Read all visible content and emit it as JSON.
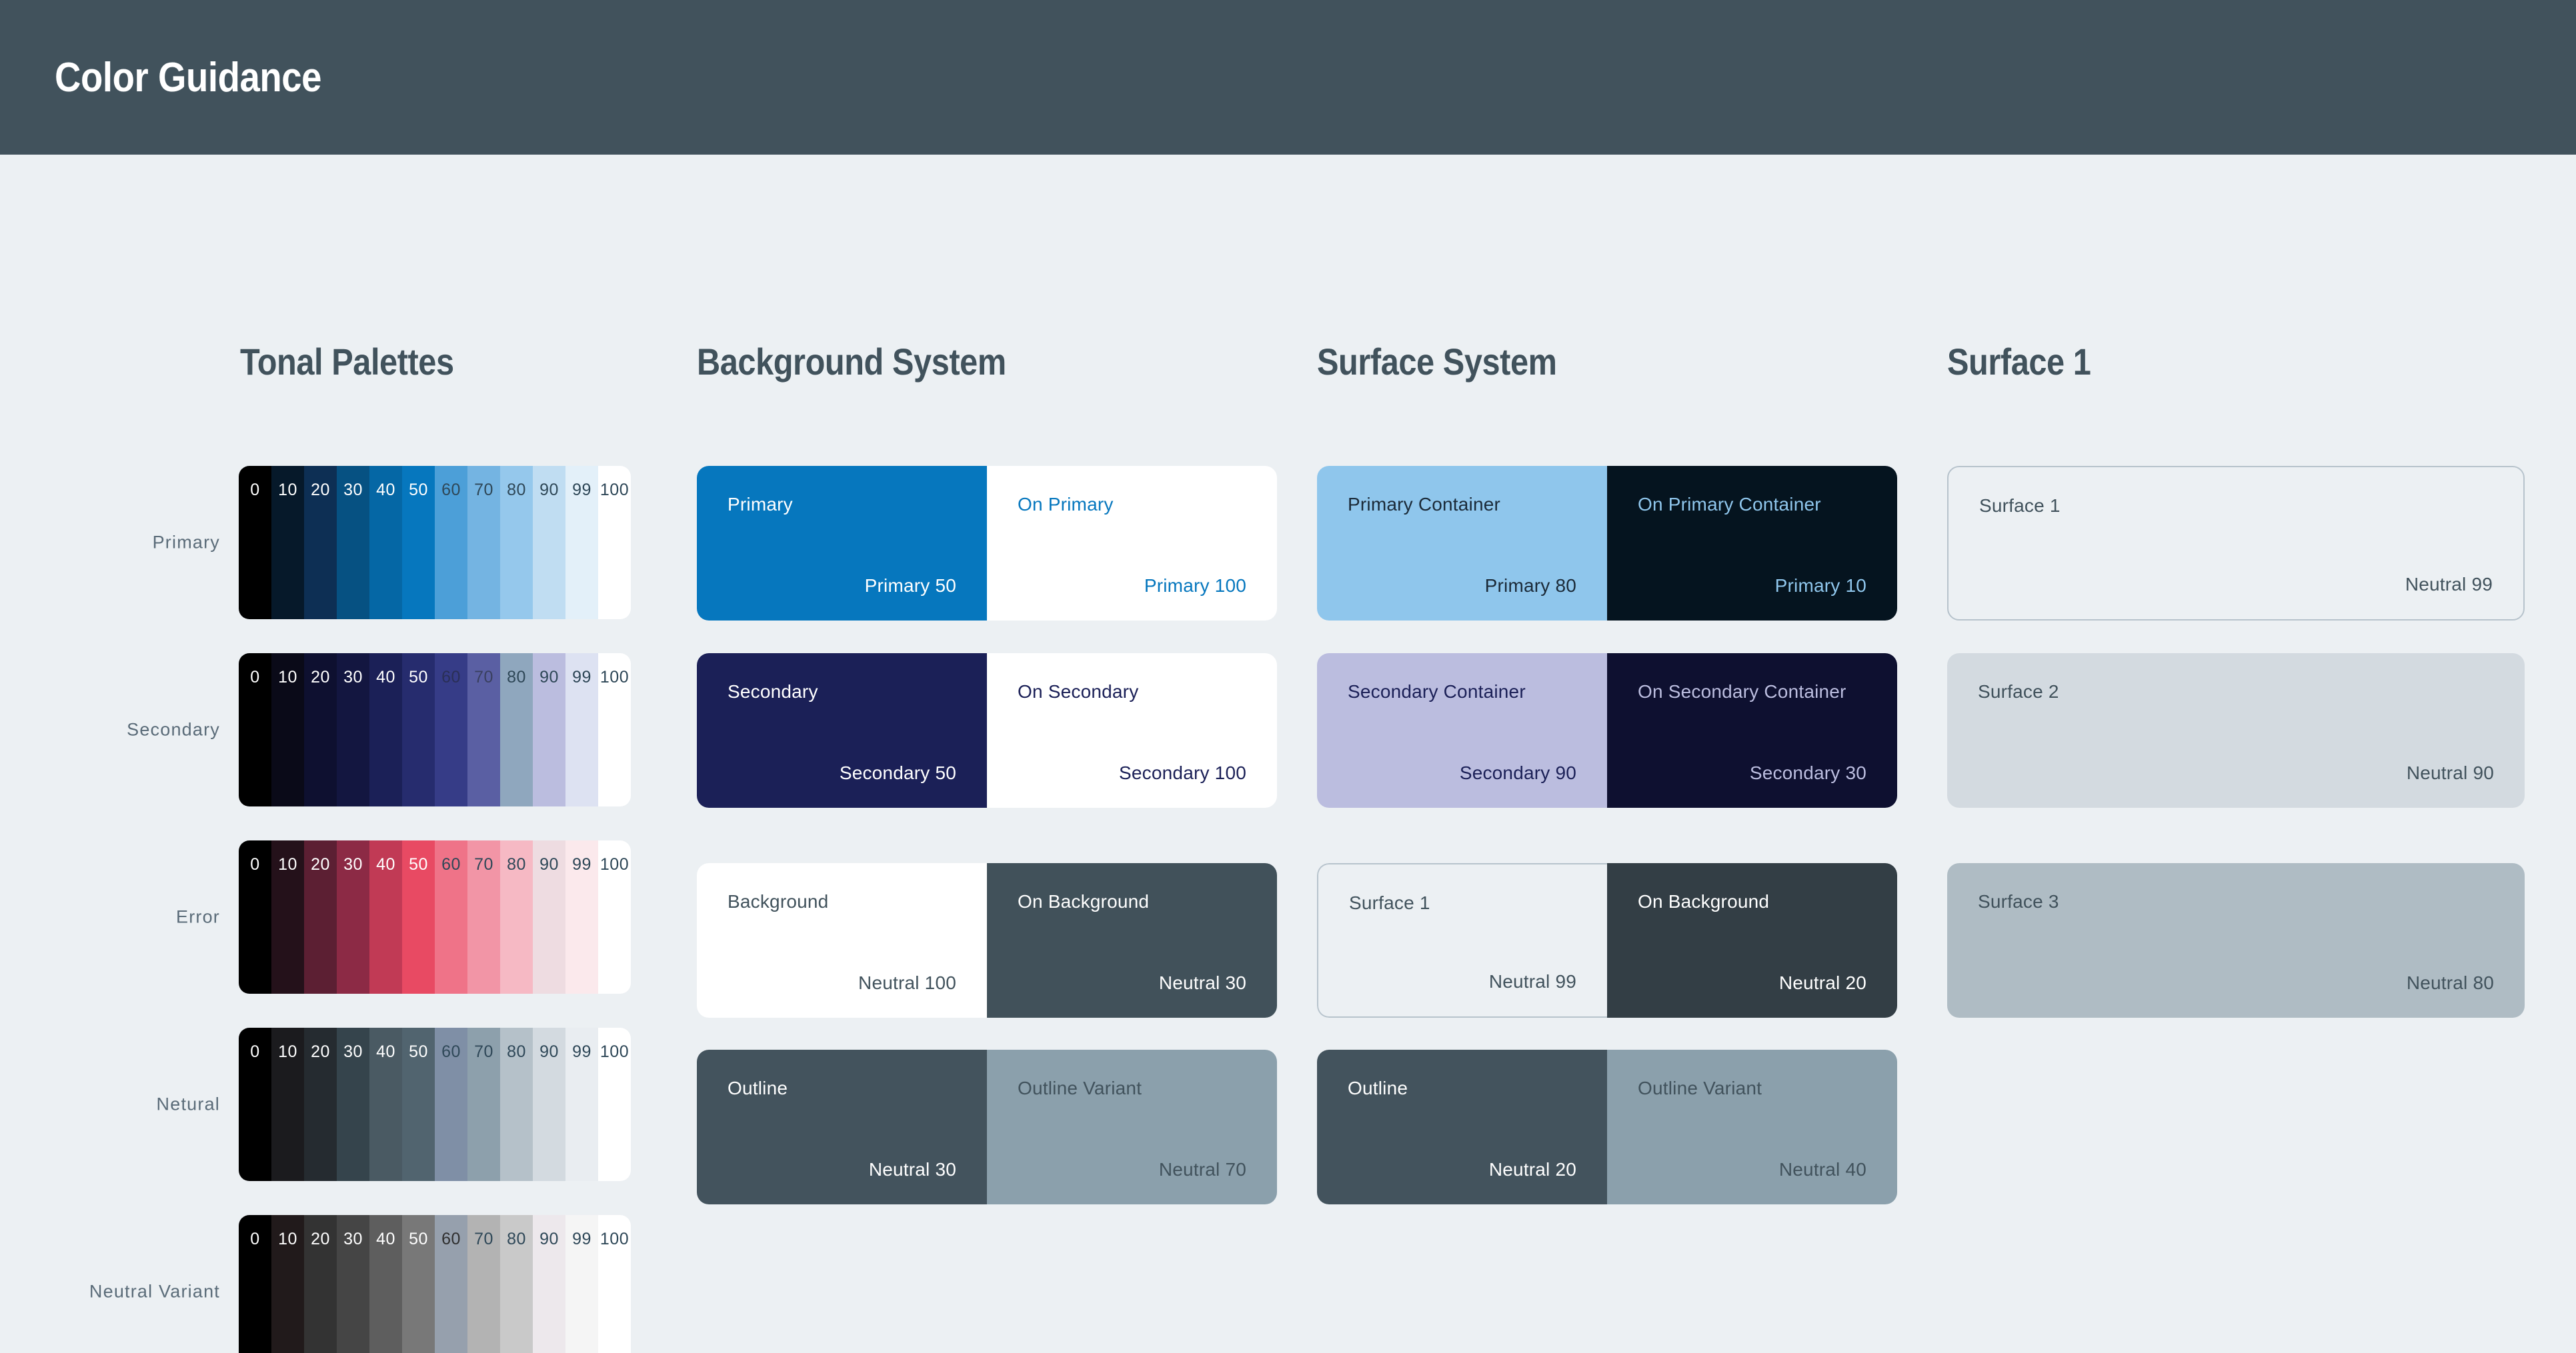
{
  "header": {
    "title": "Color Guidance",
    "bar_color": "#41525C",
    "title_color": "#FFFFFF"
  },
  "page": {
    "background_color": "#ECF0F3"
  },
  "sections": {
    "tonal": "Tonal Palettes",
    "background": "Background System",
    "surface": "Surface System",
    "surface1": "Surface 1"
  },
  "tonal_palettes": {
    "steps": [
      "0",
      "10",
      "20",
      "30",
      "40",
      "50",
      "60",
      "70",
      "80",
      "90",
      "99",
      "100"
    ],
    "rows": [
      {
        "label": "Primary",
        "colors": [
          "#000000",
          "#06192A",
          "#0D2F54",
          "#065182",
          "#0567A5",
          "#0677BE",
          "#4C9FD8",
          "#74B4E2",
          "#95C8EC",
          "#C0DDF2",
          "#E3F0F9",
          "#FFFFFF"
        ],
        "label_colors": [
          "#FFFFFF",
          "#FFFFFF",
          "#FFFFFF",
          "#FFFFFF",
          "#FFFFFF",
          "#FFFFFF",
          "#2F4858",
          "#2F4858",
          "#2F4858",
          "#2F4858",
          "#2F4858",
          "#2F4858"
        ]
      },
      {
        "label": "Secondary",
        "colors": [
          "#000000",
          "#0A0A18",
          "#0E1030",
          "#131640",
          "#1B2057",
          "#262C6E",
          "#363C87",
          "#5A5FA3",
          "#8FA7BE",
          "#BBBDDF",
          "#DDE2F2",
          "#FFFFFF"
        ],
        "label_colors": [
          "#FFFFFF",
          "#FFFFFF",
          "#FFFFFF",
          "#FFFFFF",
          "#FFFFFF",
          "#FFFFFF",
          "#2A2F57",
          "#3A4060",
          "#2F4858",
          "#2F4858",
          "#2F4858",
          "#2F4858"
        ]
      },
      {
        "label": "Error",
        "colors": [
          "#000000",
          "#24111A",
          "#5C1F33",
          "#8C2A45",
          "#C13A55",
          "#E84A63",
          "#EF7388",
          "#F295A6",
          "#F6B9C4",
          "#EEDCE1",
          "#FBE9EC",
          "#FFFFFF"
        ],
        "label_colors": [
          "#FFFFFF",
          "#FFFFFF",
          "#FFFFFF",
          "#FFFFFF",
          "#FFFFFF",
          "#FFFFFF",
          "#2F4858",
          "#2F4858",
          "#2F4858",
          "#2F4858",
          "#2F4858",
          "#2F4858"
        ]
      },
      {
        "label": "Netural",
        "colors": [
          "#000000",
          "#1B1B1E",
          "#252B30",
          "#35444C",
          "#4A5A63",
          "#51646F",
          "#7F8FA6",
          "#8DA0AC",
          "#B5C1C9",
          "#D3DAE0",
          "#E9EDF1",
          "#FFFFFF"
        ],
        "label_colors": [
          "#FFFFFF",
          "#FFFFFF",
          "#FFFFFF",
          "#FFFFFF",
          "#FFFFFF",
          "#FFFFFF",
          "#2F4858",
          "#2F4858",
          "#2F4858",
          "#2F4858",
          "#2F4858",
          "#2F4858"
        ]
      },
      {
        "label": "Neutral Variant",
        "colors": [
          "#000000",
          "#211A1B",
          "#333333",
          "#454545",
          "#5E5E5E",
          "#787878",
          "#96A0AD",
          "#B3B3B3",
          "#C9C9C9",
          "#EDE8EC",
          "#F5F5F5",
          "#FFFFFF"
        ],
        "label_colors": [
          "#FFFFFF",
          "#FFFFFF",
          "#FFFFFF",
          "#FFFFFF",
          "#FFFFFF",
          "#FFFFFF",
          "#2F2F2F",
          "#2F4858",
          "#2F4858",
          "#2F4858",
          "#2F4858",
          "#2F4858"
        ]
      }
    ]
  },
  "background_system": {
    "cards": [
      {
        "left": {
          "label": "Primary",
          "token": "Primary 50",
          "bg": "#0677BE",
          "fg": "#FFFFFF",
          "bordered": false
        },
        "right": {
          "label": "On Primary",
          "token": "Primary 100",
          "bg": "#FFFFFF",
          "fg": "#0677BE",
          "bordered": false
        }
      },
      {
        "left": {
          "label": "Secondary",
          "token": "Secondary 50",
          "bg": "#1B2057",
          "fg": "#FFFFFF",
          "bordered": false
        },
        "right": {
          "label": "On Secondary",
          "token": "Secondary 100",
          "bg": "#FFFFFF",
          "fg": "#1B2057",
          "bordered": false
        }
      },
      {
        "left": {
          "label": "Background",
          "token": "Neutral 100",
          "bg": "#FFFFFF",
          "fg": "#41525C",
          "bordered": false
        },
        "right": {
          "label": "On Background",
          "token": "Neutral 30",
          "bg": "#41515A",
          "fg": "#FFFFFF",
          "bordered": false
        }
      },
      {
        "left": {
          "label": "Outline",
          "token": "Neutral 30",
          "bg": "#43535D",
          "fg": "#FFFFFF",
          "bordered": false
        },
        "right": {
          "label": "Outline Variant",
          "token": "Neutral 70",
          "bg": "#8BA0AC",
          "fg": "#41525C",
          "bordered": false
        }
      }
    ]
  },
  "surface_system": {
    "cards": [
      {
        "left": {
          "label": "Primary Container",
          "token": "Primary 80",
          "bg": "#8FC6EC",
          "fg": "#1B2A38",
          "bordered": false
        },
        "right": {
          "label": "On Primary Container",
          "token": "Primary 10",
          "bg": "#05141F",
          "fg": "#8FC6EC",
          "bordered": false
        }
      },
      {
        "left": {
          "label": "Secondary Container",
          "token": "Secondary 90",
          "bg": "#BBBDDF",
          "fg": "#1B2057",
          "bordered": false
        },
        "right": {
          "label": "On  Secondary Container",
          "token": "Secondary 30",
          "bg": "#0E1030",
          "fg": "#BBBDDF",
          "bordered": false
        }
      },
      {
        "left": {
          "label": "Surface 1",
          "token": "Neutral 99",
          "bg": "#ECF0F3",
          "fg": "#41525C",
          "bordered": true
        },
        "right": {
          "label": "On Background",
          "token": "Neutral 20",
          "bg": "#333E45",
          "fg": "#FFFFFF",
          "bordered": false
        }
      },
      {
        "left": {
          "label": "Outline",
          "token": "Neutral 20",
          "bg": "#43535D",
          "fg": "#FFFFFF",
          "bordered": false
        },
        "right": {
          "label": "Outline Variant",
          "token": "Neutral 40",
          "bg": "#8BA0AC",
          "fg": "#41525C",
          "bordered": false
        }
      }
    ]
  },
  "surface1_column": {
    "cards": [
      {
        "label": "Surface 1",
        "token": "Neutral 99",
        "bg": "#ECF0F3",
        "fg": "#41525C",
        "bordered": true
      },
      {
        "label": "Surface 2",
        "token": "Neutral 90",
        "bg": "#D3DAE0",
        "fg": "#41525C",
        "bordered": false
      },
      {
        "label": "Surface 3",
        "token": "Neutral 80",
        "bg": "#AFBCC4",
        "fg": "#41525C",
        "bordered": false
      }
    ]
  }
}
